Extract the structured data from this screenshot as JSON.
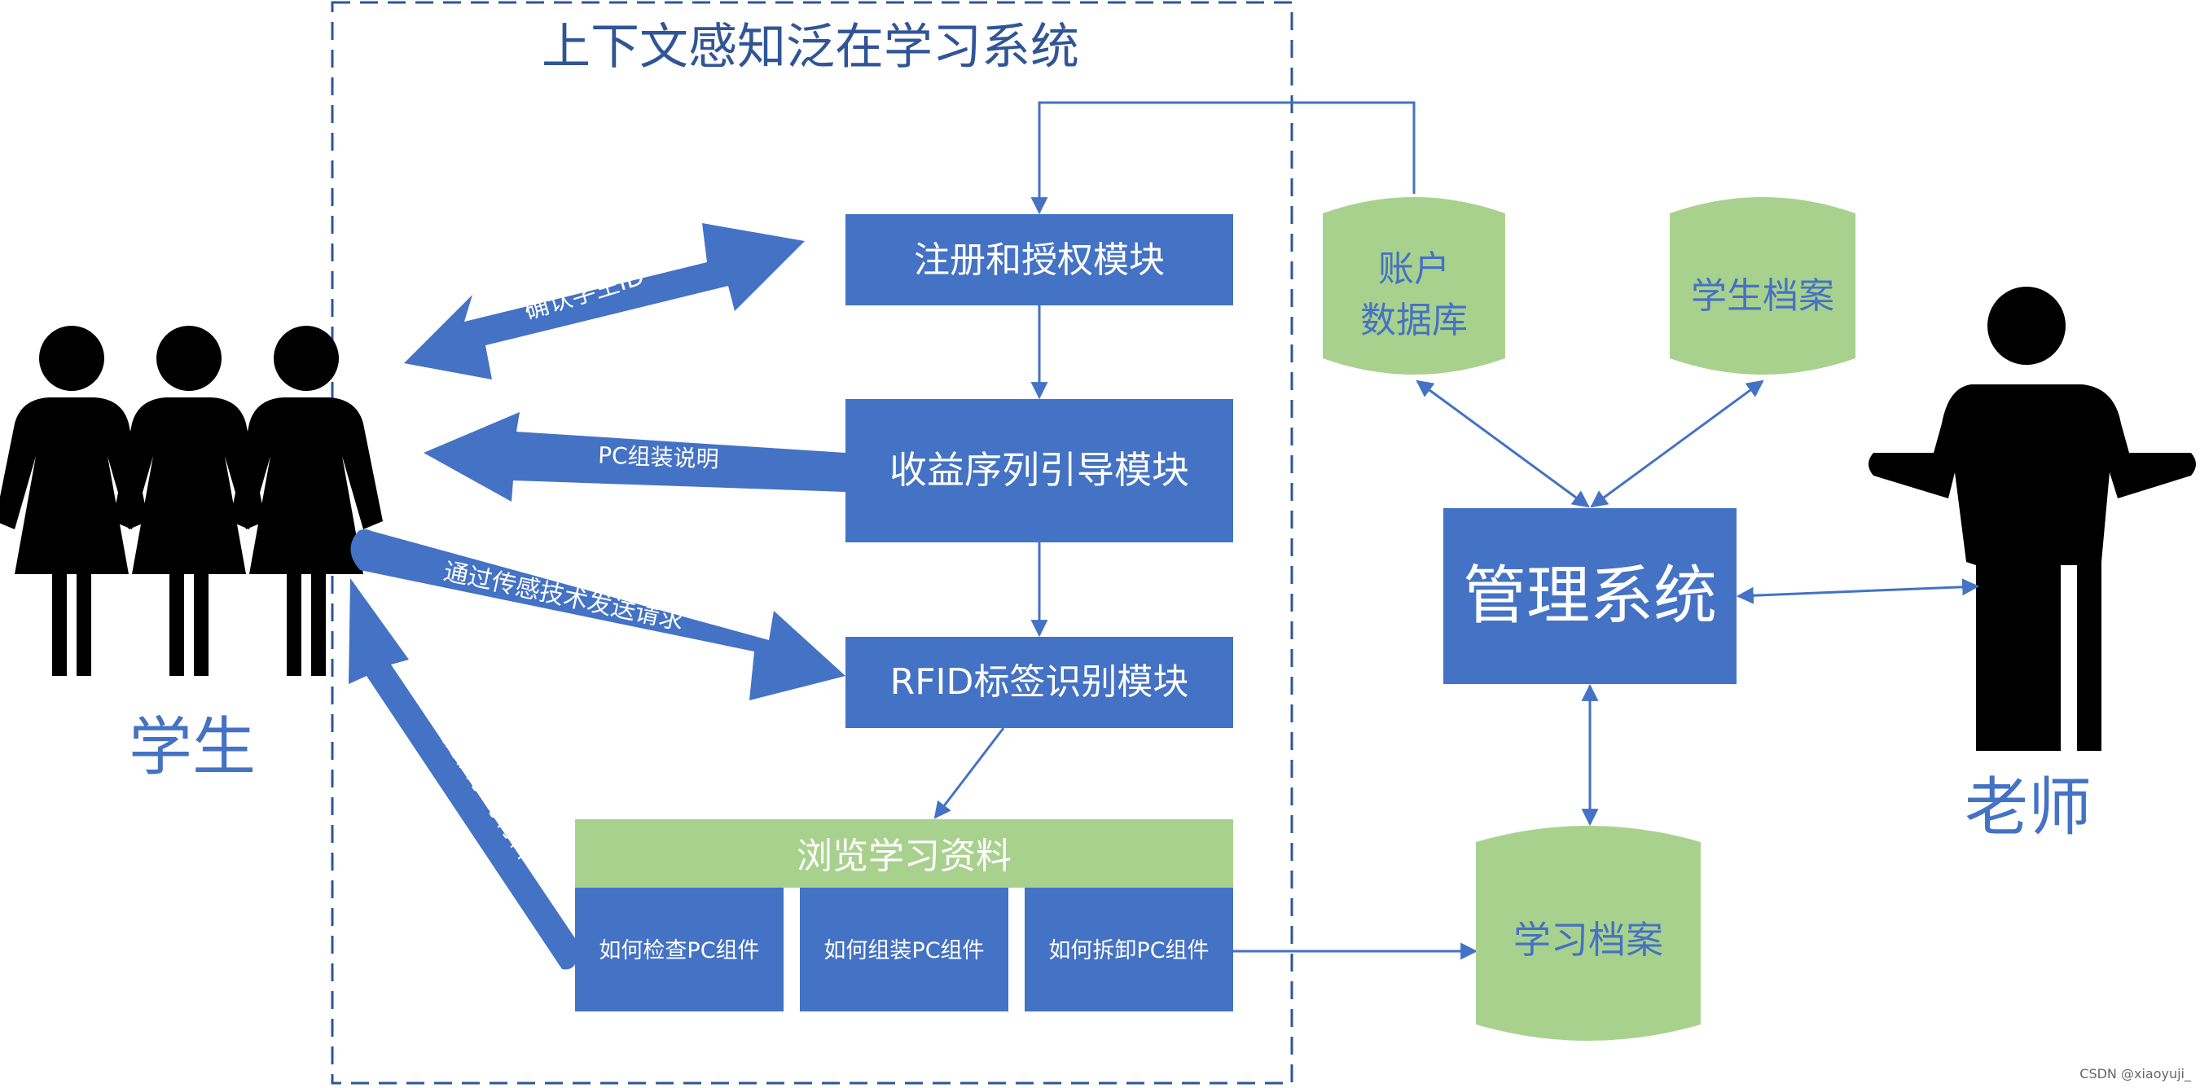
{
  "title": "上下文感知泛在学习系统",
  "actors": {
    "students": "学生",
    "teacher": "老师"
  },
  "modules": {
    "register": "注册和授权模块",
    "revenue": "收益序列引导模块",
    "rfid": "RFID标签识别模块",
    "browse": "浏览学习资料",
    "sub1": "如何检查PC组件",
    "sub2": "如何组装PC组件",
    "sub3": "如何拆卸PC组件"
  },
  "databases": {
    "account_line1": "账户",
    "account_line2": "数据库",
    "student_profile": "学生档案",
    "learning_profile": "学习档案"
  },
  "management": "管理系统",
  "arrow_labels": {
    "confirm_id": "确认学生ID",
    "pc_assembly": "PC组装说明",
    "sensing": "通过传感技术发送请求",
    "provide": "为学生提供学习材料"
  },
  "watermark": "CSDN @xiaoyuji_",
  "colors": {
    "blue": "#4472c4",
    "green": "#a9d18e",
    "dark_blue": "#2f5597",
    "black": "#000000"
  }
}
